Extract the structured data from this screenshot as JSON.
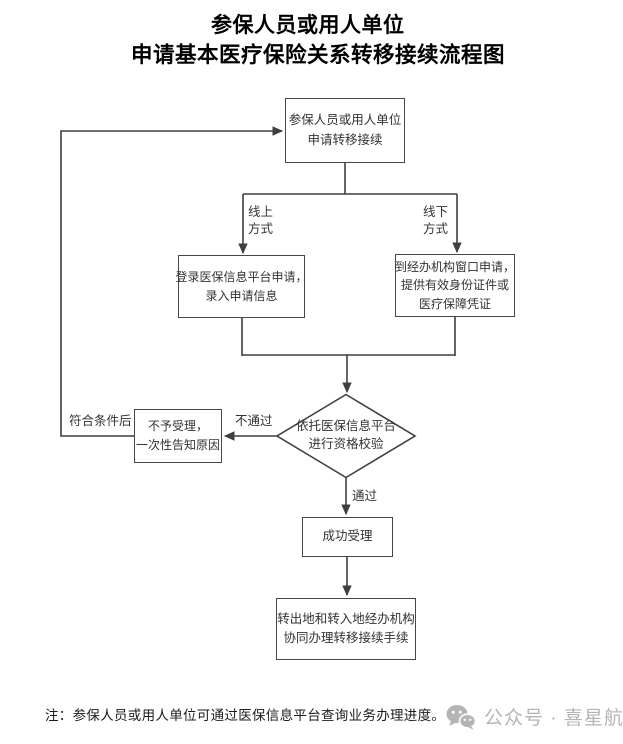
{
  "titles": {
    "line1": "参保人员或用人单位",
    "line2": "申请基本医疗保险关系转移接续流程图"
  },
  "nodes": {
    "start": {
      "line1": "参保人员或用人单位",
      "line2": "申请转移接续"
    },
    "online": {
      "line1": "登录医保信息平台申请，",
      "line2": "录入申请信息"
    },
    "offline": {
      "line1": "到经办机构窗口申请，",
      "line2": "提供有效身份证件或",
      "line3": "医疗保障凭证"
    },
    "check": {
      "line1": "依托医保信息平台",
      "line2": "进行资格校验"
    },
    "reject": {
      "line1": "不予受理，",
      "line2": "一次性告知原因"
    },
    "success": {
      "line1": "成功受理"
    },
    "final": {
      "line1": "转出地和转入地经办机构",
      "line2": "协同办理转移接续手续"
    }
  },
  "edge_labels": {
    "online_line1": "线上",
    "online_line2": "方式",
    "offline_line1": "线下",
    "offline_line2": "方式",
    "fail": "不通过",
    "pass": "通过",
    "qualified": "符合条件后"
  },
  "footer": {
    "note": "注：参保人员或用人单位可通过医保信息平台查询业务办理进度。"
  },
  "watermark": {
    "icon": "wechat-icon",
    "text": "公众号 · 喜星航"
  },
  "colors": {
    "background": "#ffffff",
    "line": "#3f3f3f",
    "box_border": "#474747",
    "box_text": "#333333",
    "title_text": "#000000",
    "watermark": "#b5b5b5"
  }
}
